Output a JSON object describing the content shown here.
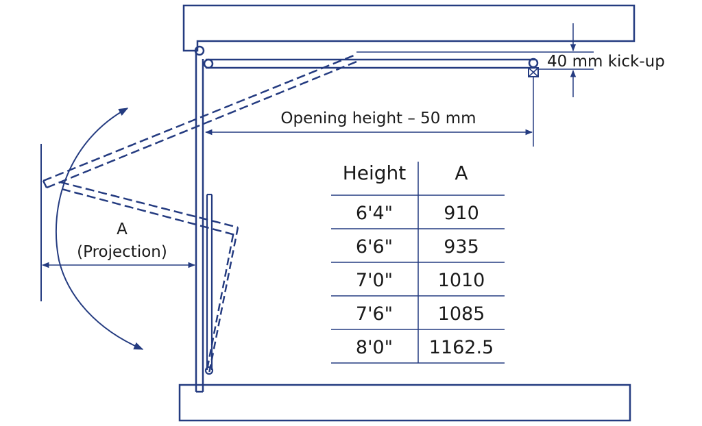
{
  "diagram": {
    "kickup_label": "40 mm kick-up",
    "opening_label": "Opening height – 50 mm",
    "projection_letter": "A",
    "projection_label": "(Projection)",
    "colors": {
      "line": "#243b80",
      "text": "#1a1a1a",
      "background": "#ffffff"
    }
  },
  "table": {
    "headers": [
      "Height",
      "A"
    ],
    "rows": [
      [
        "6'4\"",
        "910"
      ],
      [
        "6'6\"",
        "935"
      ],
      [
        "7'0\"",
        "1010"
      ],
      [
        "7'6\"",
        "1085"
      ],
      [
        "8'0\"",
        "1162.5"
      ]
    ]
  }
}
